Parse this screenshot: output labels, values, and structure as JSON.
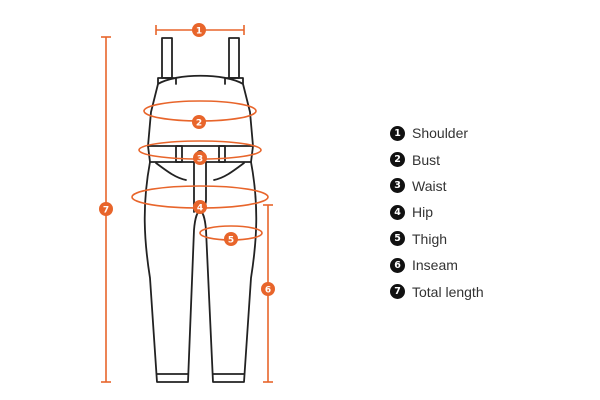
{
  "colors": {
    "accent": "#e8652b",
    "outline": "#222222"
  },
  "measurements": [
    {
      "number": "1",
      "label": "Shoulder"
    },
    {
      "number": "2",
      "label": "Bust"
    },
    {
      "number": "3",
      "label": "Waist"
    },
    {
      "number": "4",
      "label": "Hip"
    },
    {
      "number": "5",
      "label": "Thigh"
    },
    {
      "number": "6",
      "label": "Inseam"
    },
    {
      "number": "7",
      "label": "Total length"
    }
  ]
}
